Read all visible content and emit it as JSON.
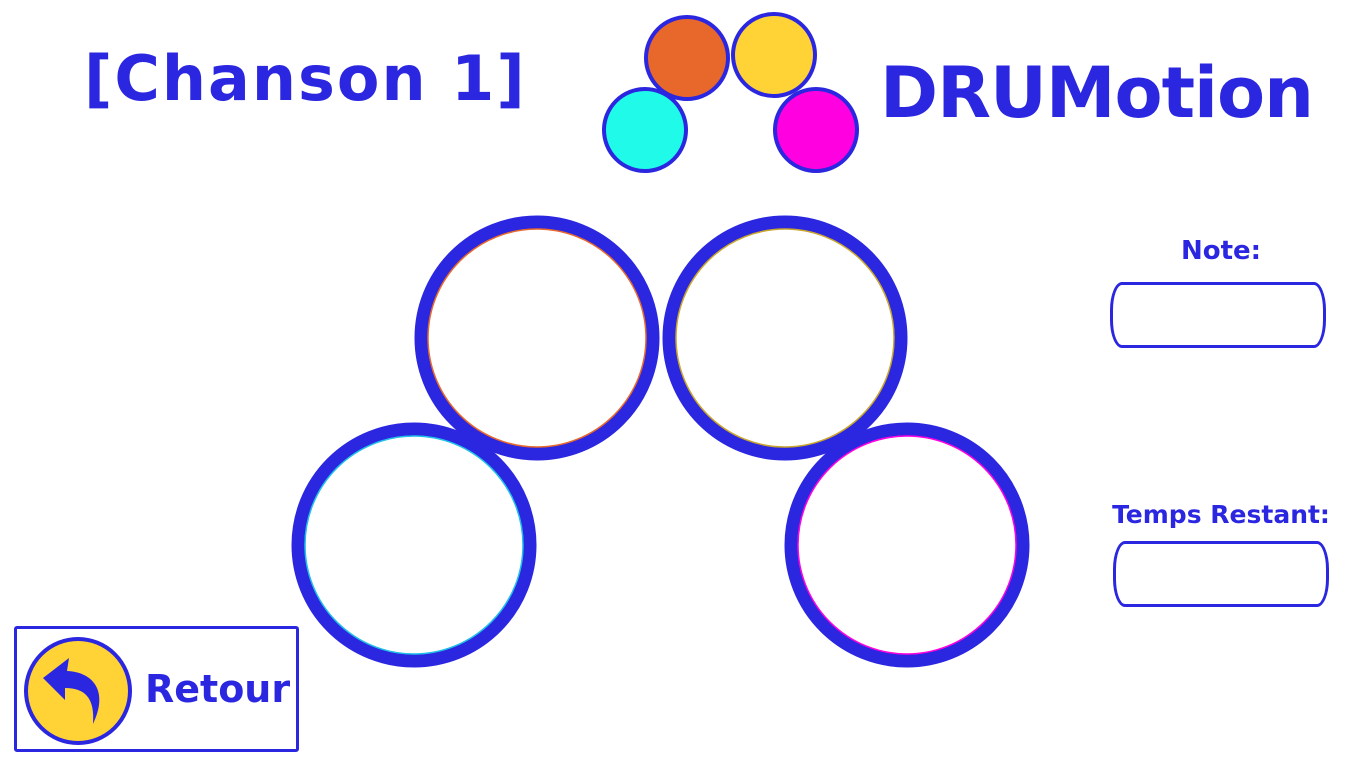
{
  "header": {
    "song_title": "[Chanson 1]",
    "app_name": "DRUMotion"
  },
  "logo": {
    "dot_colors": [
      "#e8672b",
      "#ffd335",
      "#1ffbe8",
      "#ff00e0"
    ]
  },
  "drum_pads": [
    {
      "id": "top-left",
      "accent": "#e8672b"
    },
    {
      "id": "top-right",
      "accent": "#ffd335"
    },
    {
      "id": "bottom-left",
      "accent": "#1ffbe8"
    },
    {
      "id": "bottom-right",
      "accent": "#ff00e0"
    }
  ],
  "score_panel": {
    "label": "Note:",
    "value": ""
  },
  "time_panel": {
    "label": "Temps Restant:",
    "value": ""
  },
  "back_button": {
    "label": "Retour",
    "icon": "undo-arrow-icon"
  },
  "colors": {
    "primary": "#2b26e0",
    "button_fill": "#ffd335",
    "background": "#ffffff"
  }
}
